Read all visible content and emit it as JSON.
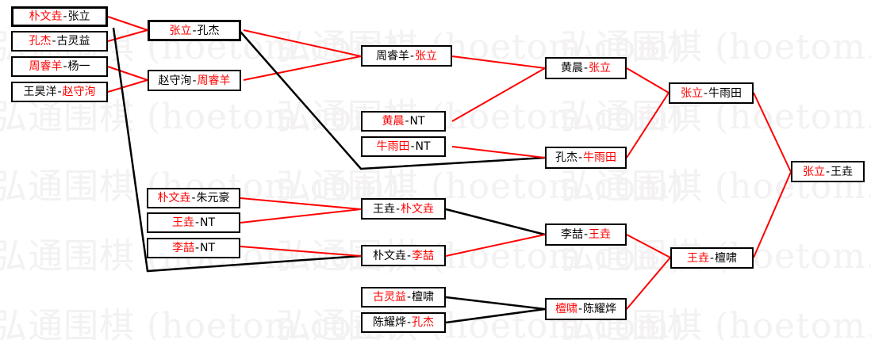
{
  "meta": {
    "watermark_text": "弘通围棋 (hoetom.com)",
    "watermark_color": "#f3f1f1",
    "winner_color": "#ff0000",
    "loser_color": "#000000",
    "red_edge_color": "#ff0000",
    "black_edge_color": "#000000",
    "box_border_color": "#000000",
    "background_color": "#ffffff"
  },
  "chart_data": {
    "type": "diagram",
    "title": "围棋淘汰赛对阵表",
    "layout": "single-elimination bracket, left to right",
    "rounds": [
      {
        "round": 1,
        "column": 0,
        "matches": [
          {
            "id": "r1m1",
            "left": "朴文垚",
            "right": "张立",
            "winner": "张立"
          },
          {
            "id": "r1m2",
            "left": "孔杰",
            "right": "古灵益",
            "winner": "孔杰"
          },
          {
            "id": "r1m3",
            "left": "周睿羊",
            "right": "杨一",
            "winner": "周睿羊"
          },
          {
            "id": "r1m4",
            "left": "王昊洋",
            "right": "赵守洵",
            "winner": "赵守洵"
          },
          {
            "id": "r1m5",
            "left": "朴文垚",
            "right": "朱元豪",
            "winner": "朴文垚"
          },
          {
            "id": "r1m6",
            "left": "王垚",
            "right": "NT",
            "winner": "王垚"
          },
          {
            "id": "r1m7",
            "left": "李喆",
            "right": "NT",
            "winner": "李喆"
          }
        ]
      },
      {
        "round": 2,
        "column": 1,
        "matches": [
          {
            "id": "r2m1",
            "left": "张立",
            "right": "孔杰",
            "winner": "张立"
          },
          {
            "id": "r2m2",
            "left": "赵守洵",
            "right": "周睿羊",
            "winner": "周睿羊"
          }
        ]
      },
      {
        "round": 3,
        "column": 2,
        "matches": [
          {
            "id": "r3m1",
            "left": "周睿羊",
            "right": "张立",
            "winner": "张立"
          },
          {
            "id": "r3m2",
            "left": "黄晨",
            "right": "NT",
            "winner": "黄晨"
          },
          {
            "id": "r3m3",
            "left": "牛雨田",
            "right": "NT",
            "winner": "牛雨田"
          },
          {
            "id": "r3m4",
            "left": "王垚",
            "right": "朴文垚",
            "winner": "朴文垚"
          },
          {
            "id": "r3m5",
            "left": "朴文垚",
            "right": "李喆",
            "winner": "李喆"
          },
          {
            "id": "r3m6",
            "left": "古灵益",
            "right": "檀啸",
            "winner": "古灵益"
          },
          {
            "id": "r3m7",
            "left": "陈耀烨",
            "right": "孔杰",
            "winner": "孔杰"
          }
        ]
      },
      {
        "round": 4,
        "column": 3,
        "matches": [
          {
            "id": "r4m1",
            "left": "黄晨",
            "right": "张立",
            "winner": "张立"
          },
          {
            "id": "r4m2",
            "left": "孔杰",
            "right": "牛雨田",
            "winner": "牛雨田"
          },
          {
            "id": "r4m3",
            "left": "李喆",
            "right": "王垚",
            "winner": "王垚"
          },
          {
            "id": "r4m4",
            "left": "檀啸",
            "right": "陈耀烨",
            "winner": "檀啸"
          }
        ]
      },
      {
        "round": 5,
        "column": 4,
        "matches": [
          {
            "id": "r5m1",
            "left": "张立",
            "right": "牛雨田",
            "winner": "张立"
          },
          {
            "id": "r5m2",
            "left": "王垚",
            "right": "檀啸",
            "winner": "王垚"
          }
        ]
      },
      {
        "round": 6,
        "column": 5,
        "matches": [
          {
            "id": "r6m1",
            "left": "张立",
            "right": "王垚",
            "winner": "张立"
          }
        ]
      }
    ]
  },
  "boxes": {
    "r1m1": {
      "left": "朴文垚",
      "sep": "-",
      "right": "张立"
    },
    "r1m2": {
      "left": "孔杰",
      "sep": "-",
      "right": "古灵益"
    },
    "r1m3": {
      "left": "周睿羊",
      "sep": "-",
      "right": "杨一"
    },
    "r1m4": {
      "left": "王昊洋",
      "sep": "-",
      "right": "赵守洵"
    },
    "r1m5": {
      "left": "朴文垚",
      "sep": "-",
      "right": "朱元豪"
    },
    "r1m6": {
      "left": "王垚",
      "sep": "-",
      "right": "NT"
    },
    "r1m7": {
      "left": "李喆",
      "sep": "-",
      "right": "NT"
    },
    "r2m1": {
      "left": "张立",
      "sep": "-",
      "right": "孔杰"
    },
    "r2m2": {
      "left": "赵守洵",
      "sep": "-",
      "right": "周睿羊"
    },
    "r3m1": {
      "left": "周睿羊",
      "sep": "-",
      "right": "张立"
    },
    "r3m2": {
      "left": "黄晨",
      "sep": "-",
      "right": "NT"
    },
    "r3m3": {
      "left": "牛雨田",
      "sep": "-",
      "right": "NT"
    },
    "r3m4": {
      "left": "王垚",
      "sep": "-",
      "right": "朴文垚"
    },
    "r3m5": {
      "left": "朴文垚",
      "sep": "-",
      "right": "李喆"
    },
    "r3m6": {
      "left": "古灵益",
      "sep": "-",
      "right": "檀啸"
    },
    "r3m7": {
      "left": "陈耀烨",
      "sep": "-",
      "right": "孔杰"
    },
    "r4m1": {
      "left": "黄晨",
      "sep": "-",
      "right": "张立"
    },
    "r4m2": {
      "left": "孔杰",
      "sep": "-",
      "right": "牛雨田"
    },
    "r4m3": {
      "left": "李喆",
      "sep": "-",
      "right": "王垚"
    },
    "r4m4": {
      "left": "檀啸",
      "sep": "-",
      "right": "陈耀烨"
    },
    "r5m1": {
      "left": "张立",
      "sep": "-",
      "right": "牛雨田"
    },
    "r5m2": {
      "left": "王垚",
      "sep": "-",
      "right": "檀啸"
    },
    "r6m1": {
      "left": "张立",
      "sep": "-",
      "right": "王垚"
    }
  }
}
